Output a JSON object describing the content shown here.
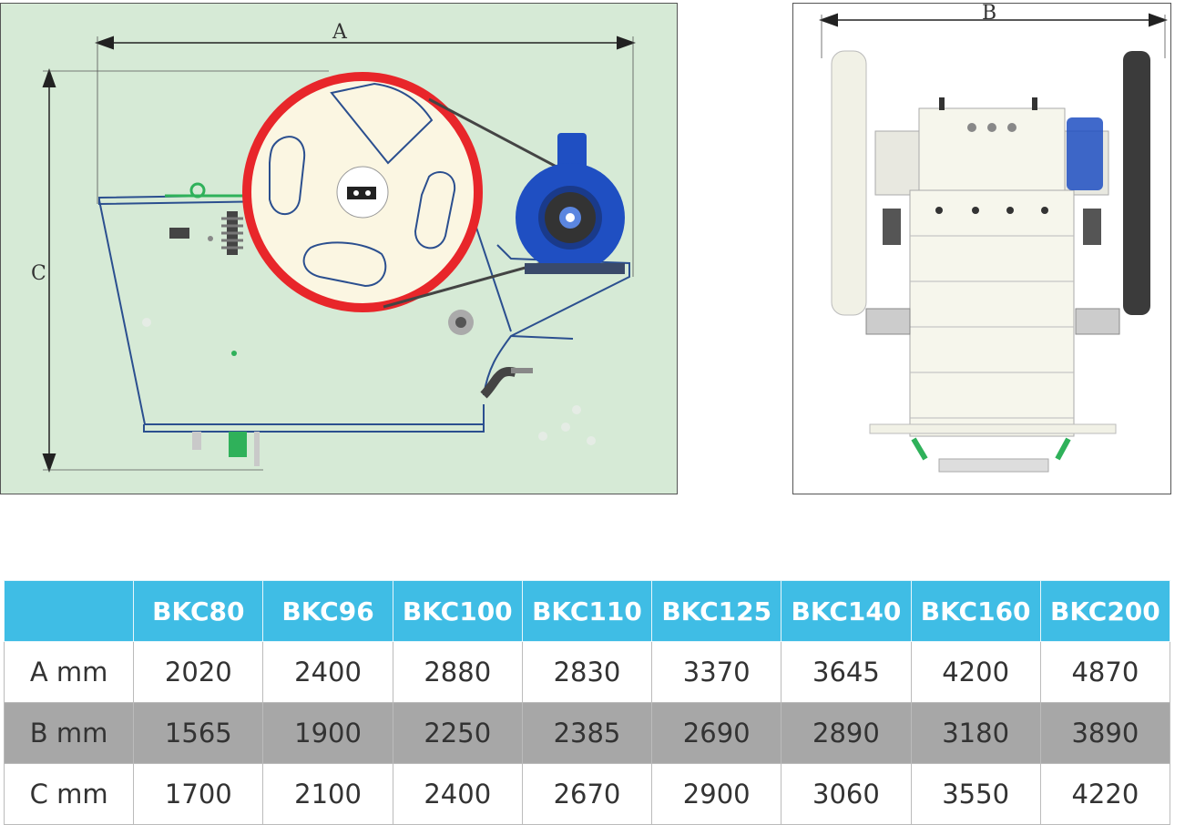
{
  "figure": {
    "left_view": {
      "dim_a_label": "A",
      "dim_c_label": "C"
    },
    "right_view": {
      "dim_b_label": "B"
    },
    "colors": {
      "left_panel_bg": "#d6ead6",
      "frame_line": "#2b4f8f",
      "flywheel_ring": "#e8262a",
      "motor": "#1f4fc2",
      "spring_green": "#2fb15a"
    }
  },
  "spec_table": {
    "header_color": "#3fbde5",
    "models": [
      "BKC80",
      "BKC96",
      "BKC100",
      "BKC110",
      "BKC125",
      "BKC140",
      "BKC160",
      "BKC200"
    ],
    "rows": [
      {
        "label": "A mm",
        "values": [
          "2020",
          "2400",
          "2880",
          "2830",
          "3370",
          "3645",
          "4200",
          "4870"
        ]
      },
      {
        "label": "B mm",
        "values": [
          "1565",
          "1900",
          "2250",
          "2385",
          "2690",
          "2890",
          "3180",
          "3890"
        ]
      },
      {
        "label": "C mm",
        "values": [
          "1700",
          "2100",
          "2400",
          "2670",
          "2900",
          "3060",
          "3550",
          "4220"
        ]
      }
    ]
  }
}
